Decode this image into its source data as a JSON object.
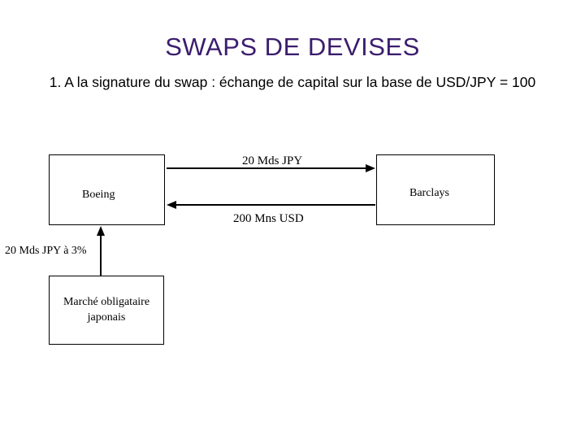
{
  "title": "SWAPS DE DEVISES",
  "subtitle": "1. A la signature du swap : échange de capital sur la base de USD/JPY = 100",
  "nodes": {
    "boeing": "Boeing",
    "barclays": "Barclays",
    "bond_market_line1": "Marché obligataire",
    "bond_market_line2": "japonais"
  },
  "flows": {
    "to_barclays": "20 Mds JPY",
    "to_boeing": "200 Mns USD",
    "from_bond_market": "20 Mds JPY à 3%"
  },
  "colors": {
    "title": "#3b1d6e",
    "lines": "#000000"
  }
}
